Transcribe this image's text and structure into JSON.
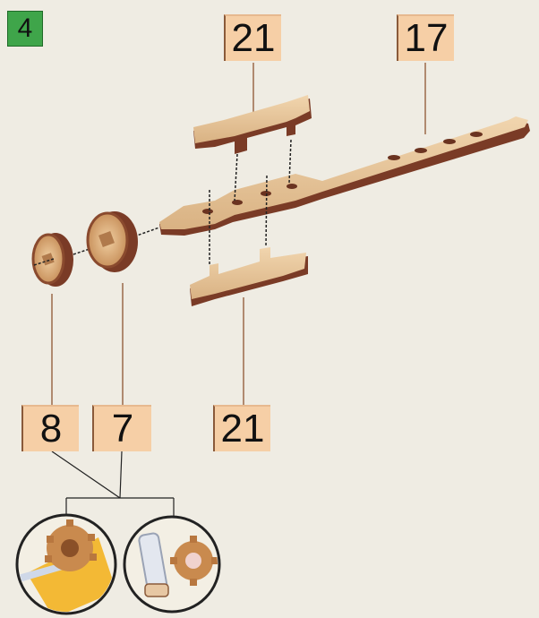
{
  "step": {
    "number": "4"
  },
  "labels": {
    "part_21_top": "21",
    "part_17": "17",
    "part_8": "8",
    "part_7": "7",
    "part_21_bottom": "21"
  },
  "colors": {
    "background": "#efece3",
    "badge": "#3fa54a",
    "label_bg": "#f6cfa6",
    "wood_light": "#e9c9a0",
    "wood_dark": "#7a3b26",
    "leader_line": "#9a6a4a"
  }
}
